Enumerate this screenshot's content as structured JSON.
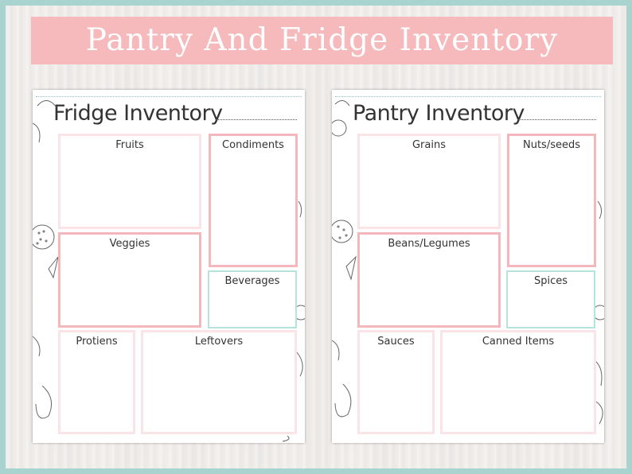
{
  "banner": {
    "title": "Pantry And Fridge Inventory"
  },
  "pages": [
    {
      "title": "Fridge Inventory",
      "sections": {
        "a": "Fruits",
        "b": "Condiments",
        "c": "Veggies",
        "d": "Beverages",
        "e": "Protiens",
        "f": "Leftovers"
      }
    },
    {
      "title": "Pantry Inventory",
      "sections": {
        "a": "Grains",
        "b": "Nuts/seeds",
        "c": "Beans/Legumes",
        "d": "Spices",
        "e": "Sauces",
        "f": "Canned Items"
      }
    }
  ],
  "colors": {
    "banner": "#f6b9bc",
    "frame": "#a9d3cf",
    "box_pink": "#f3b7bc",
    "box_pale": "#fbe4e7",
    "box_teal": "#b6e3dc"
  }
}
